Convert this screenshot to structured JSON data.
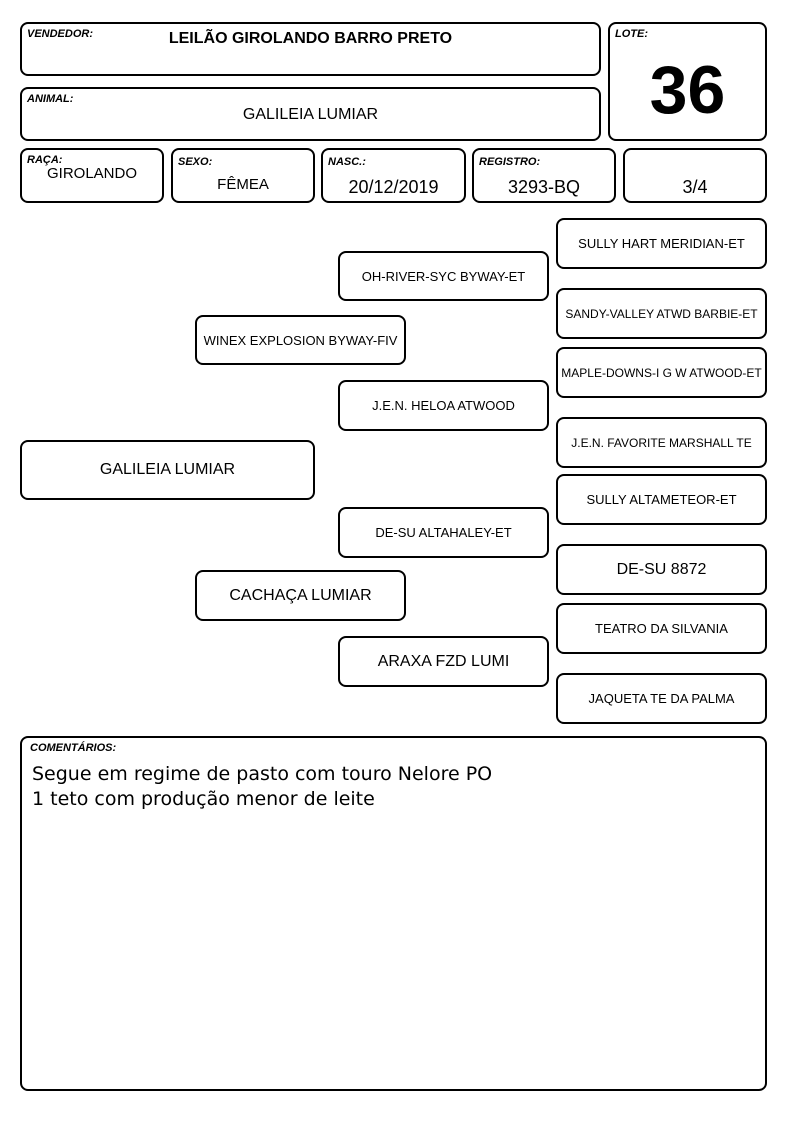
{
  "header": {
    "vendedor_label": "VENDEDOR:",
    "vendedor_value": "LEILÃO GIROLANDO BARRO PRETO",
    "lote_label": "LOTE:",
    "lote_value": "36",
    "animal_label": "ANIMAL:",
    "animal_value": "GALILEIA LUMIAR"
  },
  "details": {
    "raca_label": "RAÇA:",
    "raca_value": "GIROLANDO",
    "sexo_label": "SEXO:",
    "sexo_value": "FÊMEA",
    "nasc_label": "NASC.:",
    "nasc_value": "20/12/2019",
    "registro_label": "REGISTRO:",
    "registro_value": "3293-BQ",
    "grau_value": "3/4"
  },
  "pedigree": {
    "animal": "GALILEIA LUMIAR",
    "sire": "WINEX EXPLOSION BYWAY-FIV",
    "dam": "CACHAÇA LUMIAR",
    "sire_sire": "OH-RIVER-SYC BYWAY-ET",
    "sire_dam": "J.E.N. HELOA ATWOOD",
    "dam_sire": "DE-SU ALTAHALEY-ET",
    "dam_dam": "ARAXA FZD LUMI",
    "sss": "SULLY HART MERIDIAN-ET",
    "ssd": "SANDY-VALLEY ATWD BARBIE-ET",
    "sds": "MAPLE-DOWNS-I G W ATWOOD-ET",
    "sdd": "J.E.N. FAVORITE MARSHALL TE",
    "dss": "SULLY ALTAMETEOR-ET",
    "dsd": "DE-SU 8872",
    "dds": "TEATRO DA SILVANIA",
    "ddd": "JAQUETA TE DA PALMA"
  },
  "comments": {
    "label": "COMENTÁRIOS:",
    "lines": [
      "Segue em regime de pasto com touro Nelore PO",
      "1 teto com produção menor de leite"
    ]
  }
}
